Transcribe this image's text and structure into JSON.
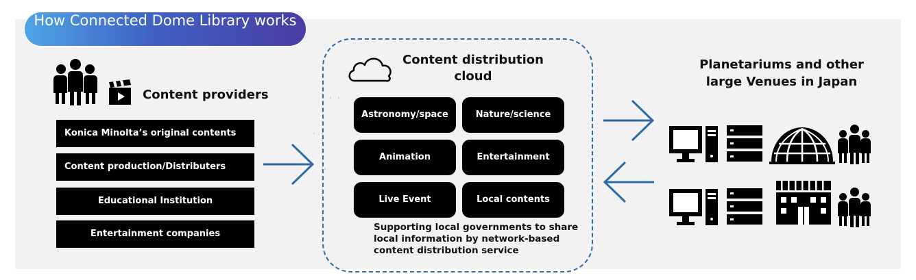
{
  "title": "How Connected Dome Library works",
  "providers": {
    "label": "Content providers",
    "items": [
      "Konica Minolta’s original contents",
      "Content production/Distributers",
      "Educational Institution",
      "Entertainment companies"
    ]
  },
  "cloud": {
    "title": "Content distribution cloud",
    "categories": [
      "Astronomy/space",
      "Nature/science",
      "Animation",
      "Entertainment",
      "Live Event",
      "Local contents"
    ],
    "support_text": "Supporting local governments to share local information by network-based content distribution service"
  },
  "venues": {
    "label": "Planetariums and other large Venues in Japan"
  },
  "colors": {
    "title_gradient": [
      "#4fa6e6",
      "#3f62c4",
      "#4a3da4"
    ],
    "arrow": "#2e6aa5",
    "dashed_border": "#2e6aa5",
    "panel": "#f2f2f2",
    "box": "#000000"
  },
  "icons": [
    "people-icon",
    "clapperboard-icon",
    "cloud-icon",
    "arrow-right-icon",
    "arrow-left-icon",
    "monitor-icon",
    "server-icon",
    "dome-icon",
    "building-icon"
  ]
}
